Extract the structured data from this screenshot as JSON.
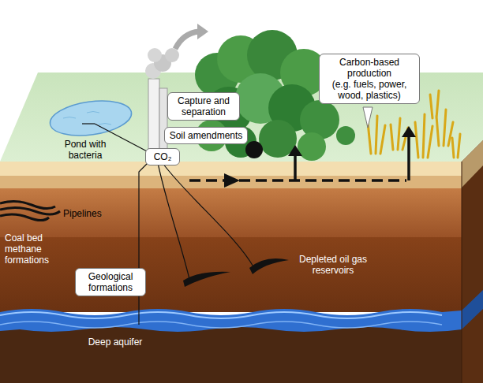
{
  "diagram": {
    "nodes": [
      {
        "text": [
          "Carbon-based production",
          "(e.g. fuels, power, wood, plastics)"
        ]
      },
      {
        "text": [
          "Capture and separation"
        ]
      },
      {
        "text": [
          "Soil amendments"
        ]
      },
      {
        "text": [
          "CO₂"
        ]
      },
      {
        "text": [
          "Geological formations"
        ]
      }
    ],
    "labels": [
      "Pond with bacteria",
      "Pipelines",
      "Coal bed methane formations",
      "Depleted oil gas reservoirs",
      "Deep aquifer"
    ]
  }
}
